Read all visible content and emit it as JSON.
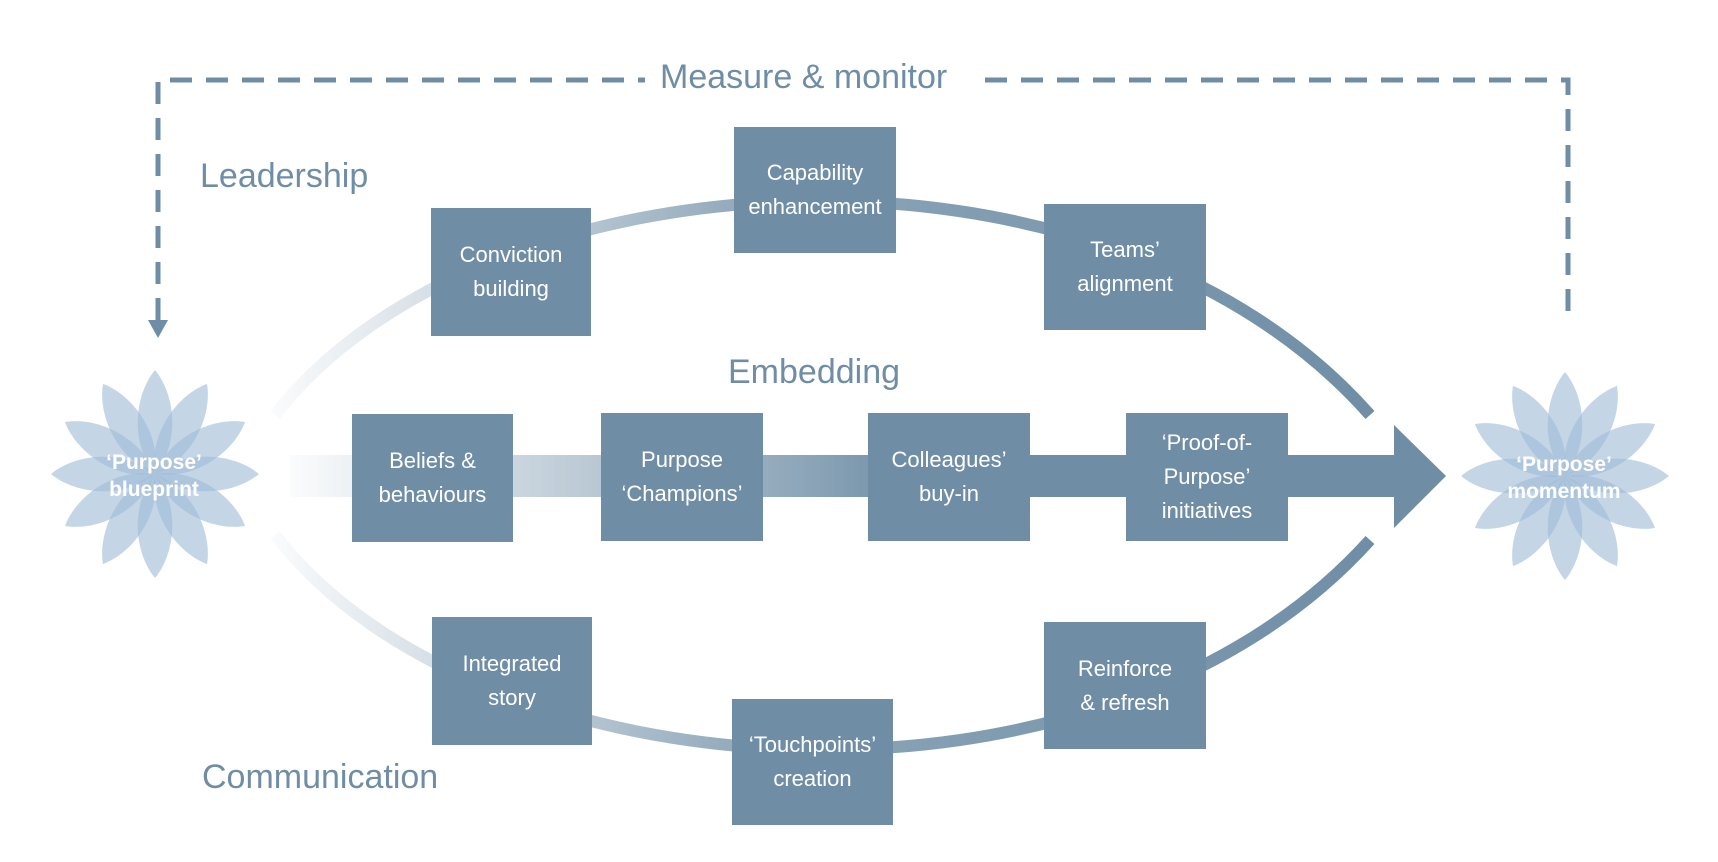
{
  "colors": {
    "box": "#6f8ea6",
    "label": "#6f8ea6",
    "dashed": "#6f8ea6",
    "petal": "#9fbdd6",
    "arc": "#6f8ea6"
  },
  "labels": {
    "measure": "Measure & monitor",
    "leadership": "Leadership",
    "embedding": "Embedding",
    "communication": "Communication"
  },
  "flowers": {
    "left": "‘Purpose’\nblueprint",
    "right": "‘Purpose’\nmomentum"
  },
  "boxes": {
    "conviction": "Conviction\nbuilding",
    "capability": "Capability\nenhancement",
    "teams": "Teams’\nalignment",
    "beliefs": "Beliefs &\nbehaviours",
    "champions": "Purpose\n‘Champions’",
    "colleagues": "Colleagues’\nbuy-in",
    "proof": "‘Proof-of-\nPurpose’\ninitiatives",
    "integrated": "Integrated\nstory",
    "touchpoints": "‘Touchpoints’\ncreation",
    "reinforce": "Reinforce\n& refresh"
  }
}
